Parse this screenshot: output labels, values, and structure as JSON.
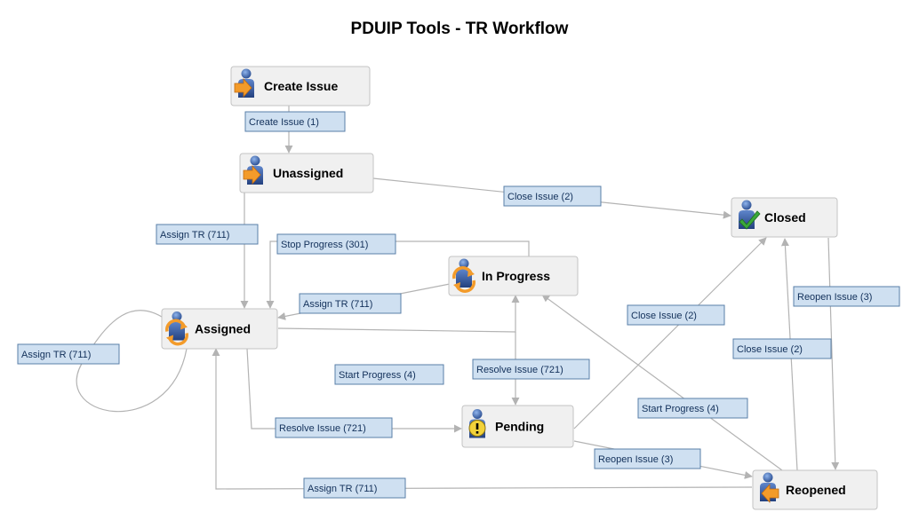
{
  "title": "PDUIP Tools - TR Workflow",
  "colors": {
    "node_fill": "#f0f0f0",
    "node_border": "#c3c3c3",
    "edge_line": "#b3b3b3",
    "edge_label_fill": "#cfe0f1",
    "edge_label_border": "#5a7fa8",
    "person_body": "#3f63a8",
    "arrow_icon": "#f39b2a",
    "check_icon": "#3aa83a",
    "warning_icon": "#f2d23a"
  },
  "nodes": [
    {
      "id": "create-issue",
      "label": "Create Issue",
      "icon": "person-arrow-in-icon"
    },
    {
      "id": "unassigned",
      "label": "Unassigned",
      "icon": "person-arrow-in-icon"
    },
    {
      "id": "closed",
      "label": "Closed",
      "icon": "person-check-icon"
    },
    {
      "id": "in-progress",
      "label": "In Progress",
      "icon": "person-cycle-icon"
    },
    {
      "id": "assigned",
      "label": "Assigned",
      "icon": "person-cycle-icon"
    },
    {
      "id": "pending",
      "label": "Pending",
      "icon": "person-warning-icon"
    },
    {
      "id": "reopened",
      "label": "Reopened",
      "icon": "person-arrow-back-icon"
    }
  ],
  "edges": [
    {
      "from": "create-issue",
      "to": "unassigned",
      "label": "Create Issue (1)"
    },
    {
      "from": "unassigned",
      "to": "closed",
      "label": "Close Issue (2)"
    },
    {
      "from": "unassigned",
      "to": "assigned",
      "label": "Assign TR (711)"
    },
    {
      "from": "in-progress",
      "to": "assigned",
      "label": "Stop Progress (301)"
    },
    {
      "from": "in-progress",
      "to": "assigned",
      "label": "Assign TR (711)"
    },
    {
      "from": "assigned",
      "to": "assigned",
      "label": "Assign TR (711)"
    },
    {
      "from": "assigned",
      "to": "in-progress",
      "label": "Start Progress (4)"
    },
    {
      "from": "in-progress",
      "to": "pending",
      "label": "Resolve Issue (721)"
    },
    {
      "from": "assigned",
      "to": "pending",
      "label": "Resolve Issue (721)"
    },
    {
      "from": "pending",
      "to": "closed",
      "label": "Close Issue (2)"
    },
    {
      "from": "closed",
      "to": "reopened",
      "label": "Reopen Issue (3)"
    },
    {
      "from": "reopened",
      "to": "closed",
      "label": "Close Issue (2)"
    },
    {
      "from": "reopened",
      "to": "in-progress",
      "label": "Start Progress (4)"
    },
    {
      "from": "pending",
      "to": "reopened",
      "label": "Reopen Issue (3)"
    },
    {
      "from": "reopened",
      "to": "assigned",
      "label": "Assign TR (711)"
    }
  ]
}
